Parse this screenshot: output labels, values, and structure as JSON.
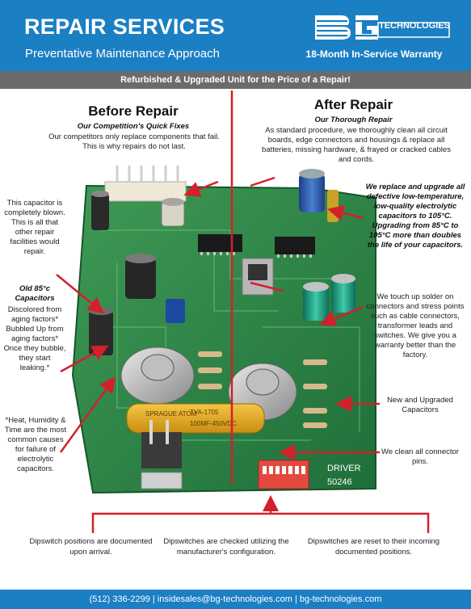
{
  "header": {
    "title": "REPAIR SERVICES",
    "subtitle": "Preventative Maintenance Approach",
    "logo_text": "TECHNOLOGIES",
    "warranty": "18-Month In-Service Warranty"
  },
  "banner": "Refurbished & Upgraded Unit for the Price of a Repair!",
  "before": {
    "heading": "Before Repair",
    "subheading": "Our Competition's Quick Fixes",
    "body": "Our competitors only replace components that fail.  This is why repairs do not last."
  },
  "after": {
    "heading": "After Repair",
    "subheading": "Our Thorough Repair",
    "body": "As standard procedure, we thoroughly clean all circuit boards, edge connectors and housings & replace all batteries, missing hardware, & frayed or cracked cables and cords."
  },
  "left_notes": {
    "blown": "This capacitor is completely blown.  This is all that other repair facilities would repair.",
    "old_caps_title": "Old 85°c Capacitors",
    "old_caps_body": "Discolored from aging factors* Bubbled Up from  aging factors* Once they bubble, they start leaking.*",
    "heat_note": "*Heat, Humidity & Time are the most common causes for failure of electrolytic capacitors."
  },
  "right_notes": {
    "upgrade": "We replace and upgrade all defective low-temperature, low-quality electrolytic capacitors to 105°C. Upgrading from 85°C to 105°C more than doubles the life of your capacitors.",
    "solder": "We touch up solder on connectors and stress points such as cable connectors, transformer leads and switches.  We give you a warranty better than the factory.",
    "new_caps": "New and Upgraded Capacitors",
    "pins": "We clean all connector pins."
  },
  "bottom_captions": [
    "Dipswitch positions are documented upon arrival.",
    "Dipswitches are checked utilizing the manufacturer's configuration.",
    "Dipswitches are reset to their incoming documented positions."
  ],
  "board_labels": {
    "driver": "DRIVER",
    "part_no": "50246",
    "cap_brand": "SPRAGUE ATOM",
    "cap_code": "TVA-1705",
    "cap_value": "100MF-450VDC"
  },
  "footer": "(512) 336-2299 | insidesales@bg-technologies.com | bg-technologies.com",
  "colors": {
    "brand_blue": "#1b7fc4",
    "banner_gray": "#6b6b6b",
    "arrow_red": "#d4202a",
    "board_green": "#2e8a4a"
  }
}
